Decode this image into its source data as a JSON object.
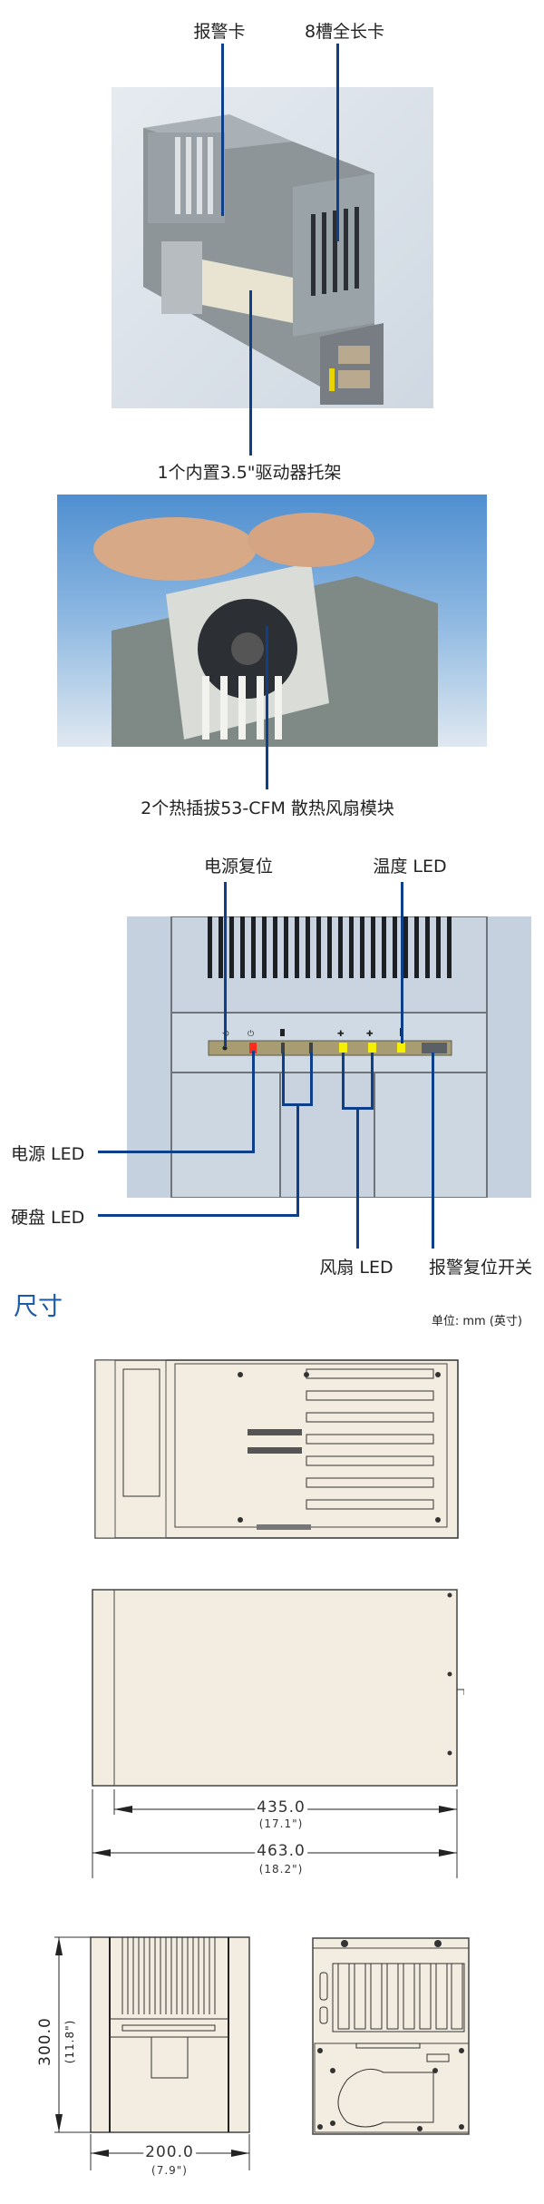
{
  "section1": {
    "label_alarm_card": "报警卡",
    "label_slots": "8槽全长卡",
    "label_drive_bay": "1个内置3.5\"驱动器托架"
  },
  "section2": {
    "label_fan_module": "2个热插拔53-CFM 散热风扇模块"
  },
  "section3": {
    "label_power_reset": "电源复位",
    "label_temp_led": "温度 LED",
    "label_power_led": "电源 LED",
    "label_hdd_led": "硬盘 LED",
    "label_fan_led": "风扇 LED",
    "label_alarm_reset": "报警复位开关",
    "led_colors": {
      "power": "#ff2a1a",
      "fan": "#f4f000",
      "temp": "#f4f000"
    }
  },
  "dimensions": {
    "title": "尺寸",
    "unit": "单位: mm (英寸)",
    "inner_length": "435.0",
    "inner_length_in": "(17.1\")",
    "total_length": "463.0",
    "total_length_in": "(18.2\")",
    "height": "300.0",
    "height_in": "(11.8\")",
    "width": "200.0",
    "width_in": "(7.9\")"
  },
  "colors": {
    "accent": "#0d3f8a",
    "title": "#1a5aa8",
    "drawing_fill": "#f3ece0"
  }
}
